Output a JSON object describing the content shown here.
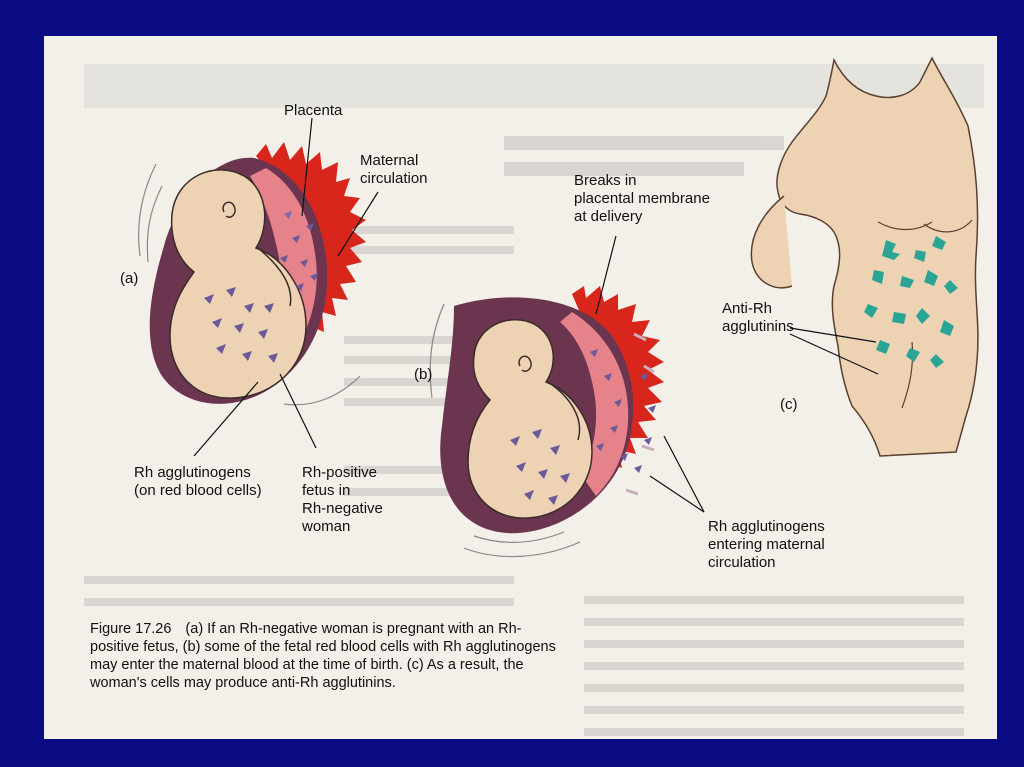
{
  "colors": {
    "slide_bg": "#0a0a82",
    "page_bg": "#f3f0ea",
    "placenta_red": "#d9261c",
    "placental_pink": "#e5828a",
    "uterus_purple": "#6b3550",
    "skin": "#edd3b4",
    "antigen_triangle": "#6a5a9a",
    "antibody_teal": "#2aa595"
  },
  "labels": {
    "placenta": "Placenta",
    "maternal_circulation": [
      "Maternal",
      "circulation"
    ],
    "panel_a": "(a)",
    "rh_agglutinogens": [
      "Rh agglutinogens",
      "(on red blood cells)"
    ],
    "rh_positive_fetus": [
      "Rh-positive",
      "fetus in",
      "Rh-negative",
      "woman"
    ],
    "breaks_in_membrane": [
      "Breaks in",
      "placental membrane",
      "at delivery"
    ],
    "panel_b": "(b)",
    "rh_entering": [
      "Rh agglutinogens",
      "entering maternal",
      "circulation"
    ],
    "anti_rh": [
      "Anti-Rh",
      "agglutinins"
    ],
    "panel_c": "(c)"
  },
  "caption": {
    "figure_number": "Figure 17.26",
    "text": "(a) If an Rh-negative woman is pregnant with an Rh-positive fetus, (b) some of the fetal red blood cells with Rh agglutinogens may enter the maternal blood at the time of birth. (c) As a result, the woman's cells may produce anti-Rh agglutinins."
  }
}
